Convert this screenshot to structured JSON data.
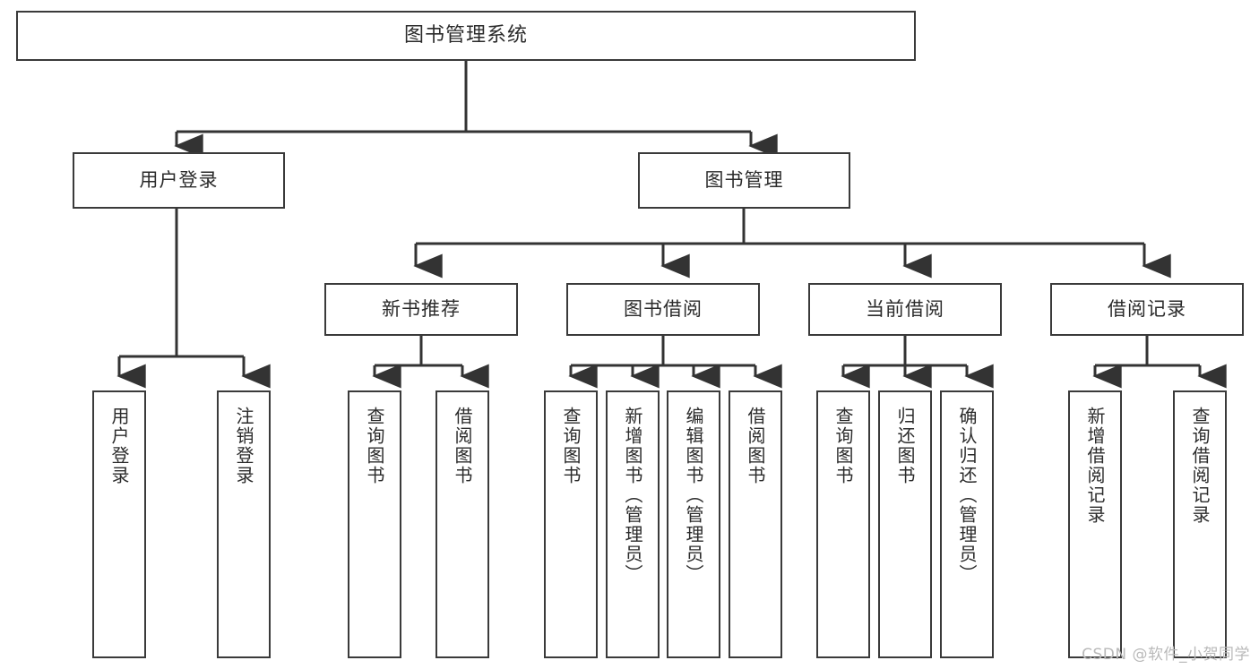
{
  "diagram": {
    "title": "图书管理系统",
    "type": "tree",
    "orientation": "top-down",
    "colors": {
      "box_border": "#3a3a3a",
      "box_fill": "#ffffff",
      "connector": "#333333",
      "text": "#2b2b2b",
      "watermark": "#b9b9b9",
      "background": "#ffffff"
    }
  },
  "watermark": {
    "text": "CSDN @软件_小贺同学"
  },
  "nodes": {
    "root": {
      "label": "图书管理系统"
    },
    "level2": [
      {
        "id": "user-login",
        "label": "用户登录"
      },
      {
        "id": "book-manage",
        "label": "图书管理"
      }
    ],
    "level3": [
      {
        "id": "new-book-recommend",
        "label": "新书推荐"
      },
      {
        "id": "book-borrow",
        "label": "图书借阅"
      },
      {
        "id": "current-borrow",
        "label": "当前借阅"
      },
      {
        "id": "borrow-record",
        "label": "借阅记录"
      }
    ],
    "leaves": {
      "user-login": [
        {
          "id": "leaf-user-login",
          "label": "用户登录"
        },
        {
          "id": "leaf-user-logout",
          "label": "注销登录"
        }
      ],
      "new-book-recommend": [
        {
          "id": "leaf-query-book-1",
          "label": "查询图书"
        },
        {
          "id": "leaf-borrow-book-1",
          "label": "借阅图书"
        }
      ],
      "book-borrow": [
        {
          "id": "leaf-query-book-2",
          "label": "查询图书"
        },
        {
          "id": "leaf-add-book",
          "label": "新增图书（管理员）"
        },
        {
          "id": "leaf-edit-book",
          "label": "编辑图书（管理员）"
        },
        {
          "id": "leaf-borrow-book-2",
          "label": "借阅图书"
        }
      ],
      "current-borrow": [
        {
          "id": "leaf-query-book-3",
          "label": "查询图书"
        },
        {
          "id": "leaf-return-book",
          "label": "归还图书"
        },
        {
          "id": "leaf-confirm-return",
          "label": "确认归还（管理员）"
        }
      ],
      "borrow-record": [
        {
          "id": "leaf-add-record",
          "label": "新增借阅记录"
        },
        {
          "id": "leaf-query-record",
          "label": "查询借阅记录"
        }
      ]
    }
  }
}
